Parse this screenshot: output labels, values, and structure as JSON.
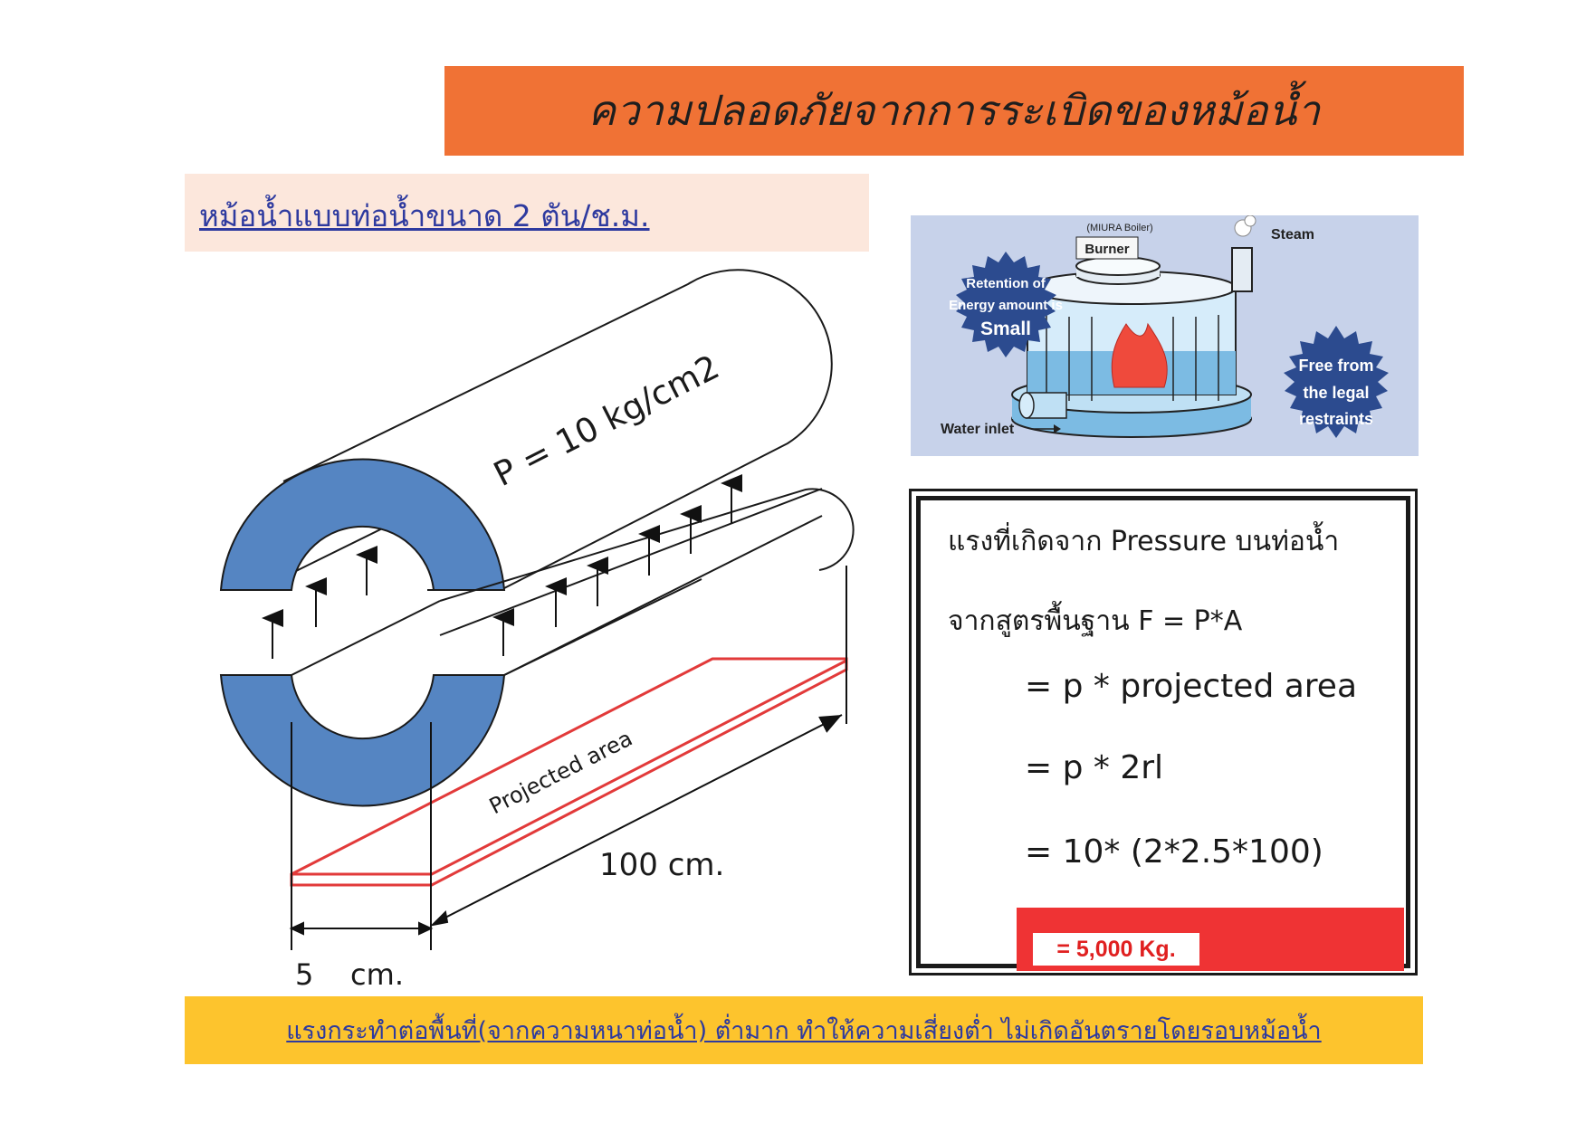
{
  "title": "ความปลอดภัยจากการระเบิดของหม้อน้ำ",
  "subtitle": "หม้อน้ำแบบท่อน้ำขนาด 2 ตัน/ช.ม.",
  "pipe_diagram": {
    "pressure_label": "P = 10 kg/cm2",
    "projected_area_label": "Projected area",
    "length_label": "100 cm.",
    "width_label": "5    cm."
  },
  "boiler_image": {
    "model_label": "(MIURA Boiler)",
    "burner_label": "Burner",
    "steam_label": "Steam",
    "water_inlet_label": "Water inlet",
    "left_starburst": [
      "Retention of",
      "Energy amount is",
      "Small"
    ],
    "right_starburst": [
      "Free from",
      "the legal",
      "restraints"
    ]
  },
  "formula": {
    "line1": "แรงที่เกิดจาก Pressure บนท่อน้ำ",
    "line2": "จากสูตรพื้นฐาน  F = P*A",
    "line3": "=  p * projected area",
    "line4": "=  p * 2rl",
    "line5": "=  10* (2*2.5*100)",
    "result": "= 5,000 Kg."
  },
  "footer": "แรงกระทำต่อพื้นที่(จากความหนาท่อน้ำ) ต่ำมาก ทำให้ความเสี่ยงต่ำ ไม่เกิดอันตรายโดยรอบหม้อน้ำ",
  "colors": {
    "title_bg": "#f07235",
    "subtitle_bg": "#fce7dc",
    "footer_bg": "#fdc42d",
    "pipe_wall": "#5585c2",
    "projected_area_outline": "#e23a3a",
    "result_bg": "#ef3334"
  }
}
